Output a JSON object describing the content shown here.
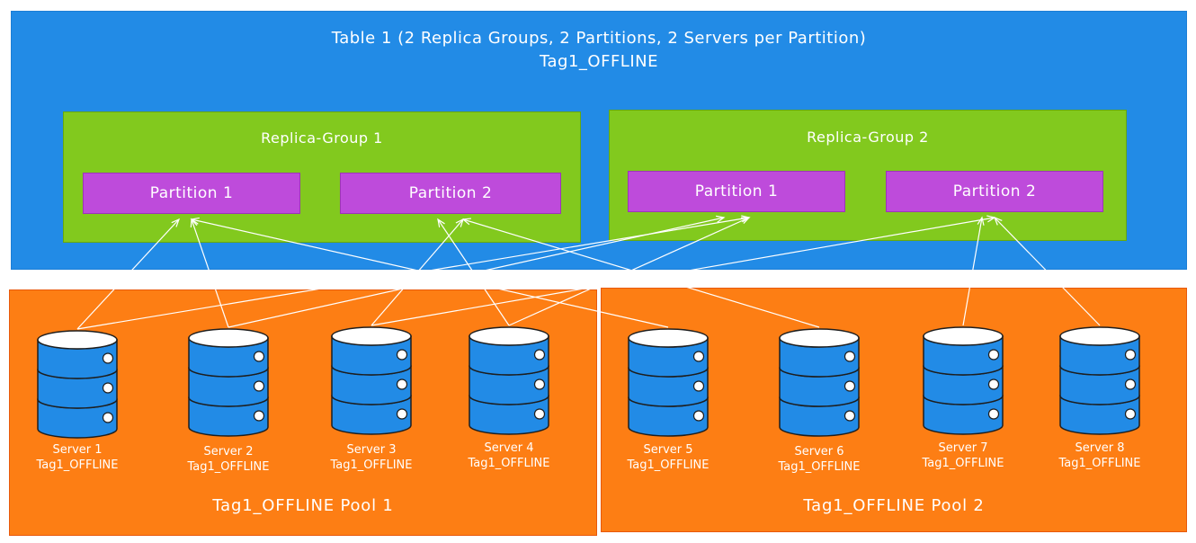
{
  "table": {
    "title": "Table 1 (2 Replica Groups, 2 Partitions, 2 Servers per Partition)",
    "tag": "Tag1_OFFLINE"
  },
  "replica_groups": [
    {
      "label": "Replica-Group 1",
      "partitions": [
        "Partition 1",
        "Partition 2"
      ]
    },
    {
      "label": "Replica-Group 2",
      "partitions": [
        "Partition 1",
        "Partition 2"
      ]
    }
  ],
  "pools": [
    {
      "label": "Tag1_OFFLINE Pool 1"
    },
    {
      "label": "Tag1_OFFLINE Pool 2"
    }
  ],
  "servers": [
    {
      "name": "Server 1",
      "tag": "Tag1_OFFLINE"
    },
    {
      "name": "Server 2",
      "tag": "Tag1_OFFLINE"
    },
    {
      "name": "Server 3",
      "tag": "Tag1_OFFLINE"
    },
    {
      "name": "Server 4",
      "tag": "Tag1_OFFLINE"
    },
    {
      "name": "Server 5",
      "tag": "Tag1_OFFLINE"
    },
    {
      "name": "Server 6",
      "tag": "Tag1_OFFLINE"
    },
    {
      "name": "Server 7",
      "tag": "Tag1_OFFLINE"
    },
    {
      "name": "Server 8",
      "tag": "Tag1_OFFLINE"
    }
  ],
  "connections": [
    {
      "server": "Server 1",
      "replica_group": "Replica-Group 1",
      "partition": "Partition 1"
    },
    {
      "server": "Server 2",
      "replica_group": "Replica-Group 1",
      "partition": "Partition 1"
    },
    {
      "server": "Server 3",
      "replica_group": "Replica-Group 1",
      "partition": "Partition 2"
    },
    {
      "server": "Server 4",
      "replica_group": "Replica-Group 1",
      "partition": "Partition 2"
    },
    {
      "server": "Server 5",
      "replica_group": "Replica-Group 1",
      "partition": "Partition 1"
    },
    {
      "server": "Server 6",
      "replica_group": "Replica-Group 1",
      "partition": "Partition 2"
    },
    {
      "server": "Server 7",
      "replica_group": "Replica-Group 2",
      "partition": "Partition 2"
    },
    {
      "server": "Server 8",
      "replica_group": "Replica-Group 2",
      "partition": "Partition 2"
    },
    {
      "server": "Server 1",
      "replica_group": "Replica-Group 2",
      "partition": "Partition 1"
    },
    {
      "server": "Server 2",
      "replica_group": "Replica-Group 2",
      "partition": "Partition 1"
    },
    {
      "server": "Server 3",
      "replica_group": "Replica-Group 2",
      "partition": "Partition 2"
    },
    {
      "server": "Server 4",
      "replica_group": "Replica-Group 2",
      "partition": "Partition 1"
    }
  ],
  "colors": {
    "table": "#228be6",
    "replica_group": "#82c91e",
    "partition": "#be4bdb",
    "pool": "#fd7e14",
    "server_body": "#228be6",
    "server_top": "#ffffff",
    "text": "#ffffff"
  }
}
